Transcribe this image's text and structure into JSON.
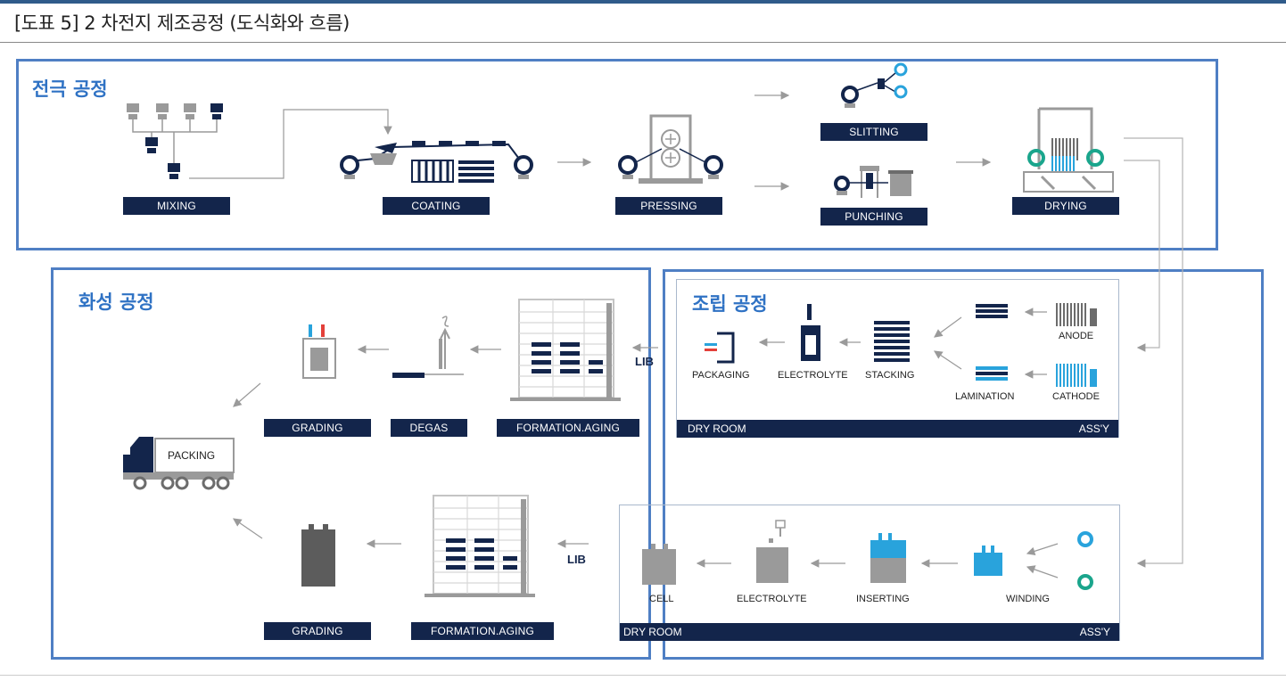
{
  "header": {
    "title": "[도표 5] 2 차전지 제조공정 (도식화와 흐름)"
  },
  "sections": {
    "electrode": "전극 공정",
    "formation": "화성 공정",
    "assembly": "조립 공정"
  },
  "electrode_steps": {
    "mixing": "MIXING",
    "coating": "COATING",
    "pressing": "PRESSING",
    "slitting": "SLITTING",
    "punching": "PUNCHING",
    "drying": "DRYING"
  },
  "assembly_top": {
    "anode": "ANODE",
    "cathode": "CATHODE",
    "lamination": "LAMINATION",
    "stacking": "STACKING",
    "electrolyte": "ELECTROLYTE",
    "packaging": "PACKAGING",
    "dry_room": "DRY ROOM",
    "assy": "ASS'Y"
  },
  "assembly_bottom": {
    "winding": "WINDING",
    "inserting": "INSERTING",
    "electrolyte": "ELECTROLYTE",
    "cell": "CELL",
    "dry_room": "DRY ROOM",
    "assy": "ASS'Y"
  },
  "formation_top": {
    "formation_aging": "FORMATION.AGING",
    "degas": "DEGAS",
    "grading": "GRADING",
    "lib": "LIB"
  },
  "formation_bottom": {
    "formation_aging": "FORMATION.AGING",
    "grading": "GRADING",
    "lib": "LIB"
  },
  "packing": {
    "label": "PACKING"
  },
  "colors": {
    "frame": "#4f7fc4",
    "navy": "#13254b",
    "accent_blue": "#29a3dc",
    "teal": "#1aa58c",
    "gray": "#8c8c8c"
  }
}
